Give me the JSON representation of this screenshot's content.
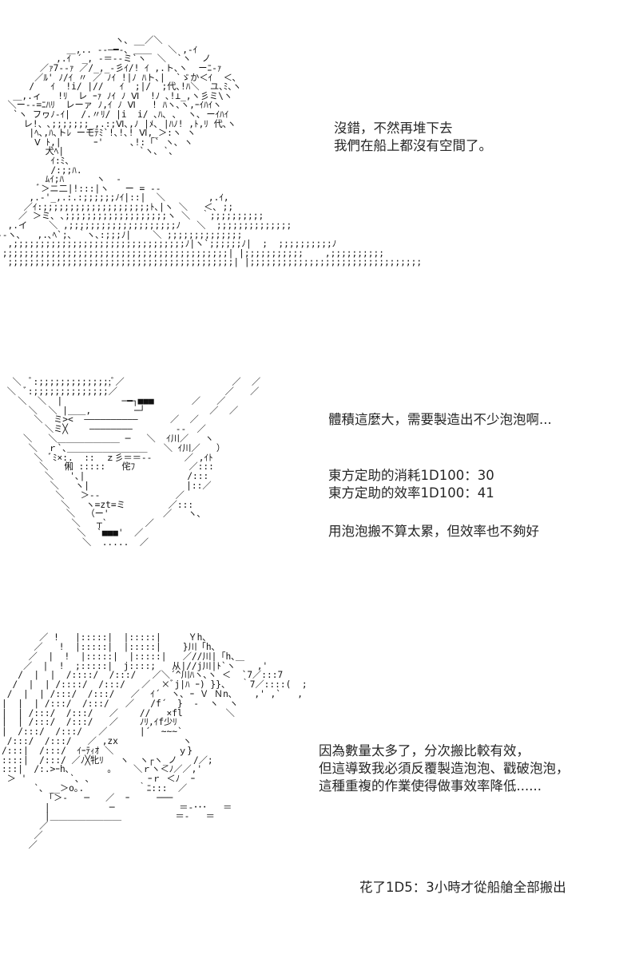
{
  "page": {
    "title": "AA 安價故事頁",
    "background_color": "#ffffff",
    "text_color": "#262626"
  },
  "panels": [
    {
      "id": "panel-1",
      "ascii_art_name": "character-portrait-top",
      "ascii_art": "                      ヽ､ __／＼\n             ＿,.. -‐―━-､ ＿＿   ＼ ,-ｲ\n           ,.ｲ ´_, ‐＝‐-ミ`ヽ  ＼  `ヽ  ノ\n        ／ｧ7-‐ｧ ／/_,_-彡ｲ/! ｲ ,.ト､ヽ  ーﾆ-ｧ\n       ／ﾙ' ﾉ/ｲ 〃 ／ ﾉｲ !|ﾉ ﾊト､|  `ゞか＜ｲ  ＜､\n      /   ｲ  !i/ |//   ｲ  ;|/  ;代､!ﾊ＼  ユ､ﾐ､ヽ\n   ＿,.ィ   !ﾘ  レ ｰｧ ﾉｲ ﾉ Ⅵ  !ﾉ ､!⊥_,ヽ彡ミ\\ヽ\n  ＼ー-‐=ﾆﾊﾘ  レーァ ﾉ,ｲ ﾉ Ⅵ   ! ﾊヽ､ヽ,ｰｲﾊｲヽ\n   `ヽ フヮﾉ-ｲ|  /.〃ﾘ/ |i  i/ ､ﾊ､ ､  ヽ､ ーｲﾊｲ\n     レ!、､;;;;;;;_,.:;Ⅵ､,ﾉ |ﾒ､ |ﾊﾉ! ,ﾄ,ﾘ 代､ヽ\n      |ﾍ､,ﾊ､トﾚ ーモﾃﾐ`!､!､! Ⅵ,_＞:ヽ ヽ\n       Ⅴ ﾄ,|      ｰ'     ､!:「` ヽ､ ヽ\n         犬ﾍ|              `ヽ､ `､\n          ｲ:ﾐ、\n          /:;;ﾊ.\n         ﾑｲ;ﾊ      ヽ  -\n        ﾞ＞ニ二|!:::|ヽ   ー = --\n      ,.-'_,.:.:;;;;;;ﾉｲ|::|  ＼        ,.ｲ,\n     ／ｲ:;;;;;;;;;;;;;;;;;;;;ﾄ､|ヽ ＼   ＜､ ;;\n    ／ ＞ミ､ ､;;;;;;;;;;;;;;;;;;;ヽ ＼  ｀;;;;;;;;;;\n  ,.イ    ＼ ,;;;;;;;;;;;;;;;;;;;;ﾉ   ＼  ;;;;;;;;;;;;;;\n-‐ヽ､   ,.､ﾍ`;､ ｀ヽ､:;;;ﾉ|    ＼ ;;;;;;;;;;;;;;\n  ,;;;;;;;;;;;;;;;;;;;;;;;;;;;;;;;;ﾉ|ヽ`;;;;;;ﾉ|  ;  ;;;;;;;;;;ﾉ\n ;;;;;;;;;;;;;;;;;;;;;;;;;;;;;;;;;;;;;;;;;;| |;;;;;;;;;;;    ,;;;;;;;;;;\n  ;;;;;;;;;;;;;;;;;;;;;;;;;;;;;;;;;;;;;;;;;;| |;;;;;;;;;;;;;;;;;;;;;;;;;;;;;;;;"
    },
    {
      "id": "panel-2",
      "ascii_art_name": "bubble-vehicle-middle",
      "ascii_art": "  ＼  ﾞ:;;;;;;;;;;;;;;ﾞ／                    ／  ／\n ＼  ﾞ:;;;;;;;;;;;;;;／                    ／   ／\n   ＼  ＼  |           ─━┐■■■       ／   ／\n     ＼  ＼ |＿＿,        ─┘            ／  ／\n      ＼  ミ><  ――――――――――      ／  ／\n        ＼ミ╳    ――――――――        --  ／\n    ＼   ＼＿＿＿＿＿＿＿ ─   ＼  ｲ川／   ヽ\n     ＼  ｒ`､＿＿＿＿＿＿＿＿＿   ＼ ｲ川／   ）\n      ＼ ﾞﾐ×:.  ::  ｚ彡＝＝--      ／ ,ｲﾄ\n       ＼   俰 :::::   侘ﾌ          ／:::\n        ＼   '､|                   /:::\n         ＼   ヽ|                  |::／\n          ＼   ＞--              ／\n           ＼   ヽ=zt=ミ        ／:::\n            ＼  （ー'          ／   ヽ､\n             ＼   ┬`       ／\n              ＼  `■■■'  ／\n               ＼  .....  ／"
    },
    {
      "id": "panel-3",
      "ascii_art_name": "character-with-bubbles-bottom",
      "ascii_art": "       ／ !   |:::::|  |:::::|     Ｙh､\n      ／   !  |:::::|  |:::::|    }川「h､\n     ／  |  !  |:::::|  |:::::|   ／//川|「h､＿\n    ／  |  !  ;:::::|  j::::;   从|//j川|ﾄ`ヽ    ,'\n   /  |  |  /::::/  /:::/   ／＼´^川ﾊヽ､ヽ ＜  `7／:::7\n  /  |  | /::::/  /:::/   ／  ×ﾞj|ﾊ ｰ) }}、  ｀7／::::(  ;\n /  |  | /:::/  /:::/   ／  ｲ´  ヽ､ ｰ Ｖ Ｎn､    ,' ,`   ,\n|  |  | /:::/  /:::/   ／   /f´  }  -  ヽ  ヽ\n|  | /:::/  /:::/   ／    //   ×fl        ＼\n|  | /:::/  /:::/   ／    ﾉﾘ,ｲf少ﾘ\n|  /:::/  /:::/   ／      |´  ~~~`\n /:::/  /:::/   ／ ,zx            ヽ\n/:::|  /:::/  ｲｰﾃｨｵ ＼            ｙ}\n::::|  /:::/ ／ﾉ╳牝ﾘ   ヽ  ヽ┌ヽ_ノ   /／;\n:::|  /:.>ｰh､       ｡    ＼ｒヽ＜ﾉ／／,'\n ＞ '        `､ 、          ｰｒ ＜ﾉ  ｰ\n      `､ __＞o｡.          ｀ﾆ:::  ／\n        「＞-   ─   ／  ｰ     ───\n        |           ─            ＝-･･･   ＝\n        |＿＿＿＿＿＿＿＿          ＝-   ＝\n       ／\n      ／\n     ／"
    }
  ],
  "dialogues": [
    {
      "id": "dialogue-1",
      "speaker_panel": "panel-1",
      "text": "沒錯，不然再堆下去\n我們在船上都沒有空間了。"
    },
    {
      "id": "dialogue-2",
      "speaker_panel": "panel-2",
      "text": "體積這麼大，需要製造出不少泡泡啊..."
    },
    {
      "id": "dialogue-3",
      "speaker_panel": "panel-2",
      "text": "東方定助的消耗1D100：30\n東方定助的效率1D100：41"
    },
    {
      "id": "dialogue-4",
      "speaker_panel": "panel-2",
      "text": "用泡泡搬不算太累，但效率也不夠好"
    },
    {
      "id": "dialogue-5",
      "speaker_panel": "panel-3",
      "text": "因為數量太多了，分次搬比較有效，\n但這導致我必須反覆製造泡泡、戳破泡泡，\n這種重複的作業使得做事效率降低......"
    },
    {
      "id": "dialogue-6",
      "speaker_panel": "panel-3",
      "text": "花了1D5：3小時才從船艙全部搬出"
    }
  ],
  "dice_rolls": [
    {
      "label": "東方定助的消耗1D100",
      "value": 30
    },
    {
      "label": "東方定助的效率1D100",
      "value": 41
    },
    {
      "label": "花了1D5",
      "value": 3
    }
  ]
}
